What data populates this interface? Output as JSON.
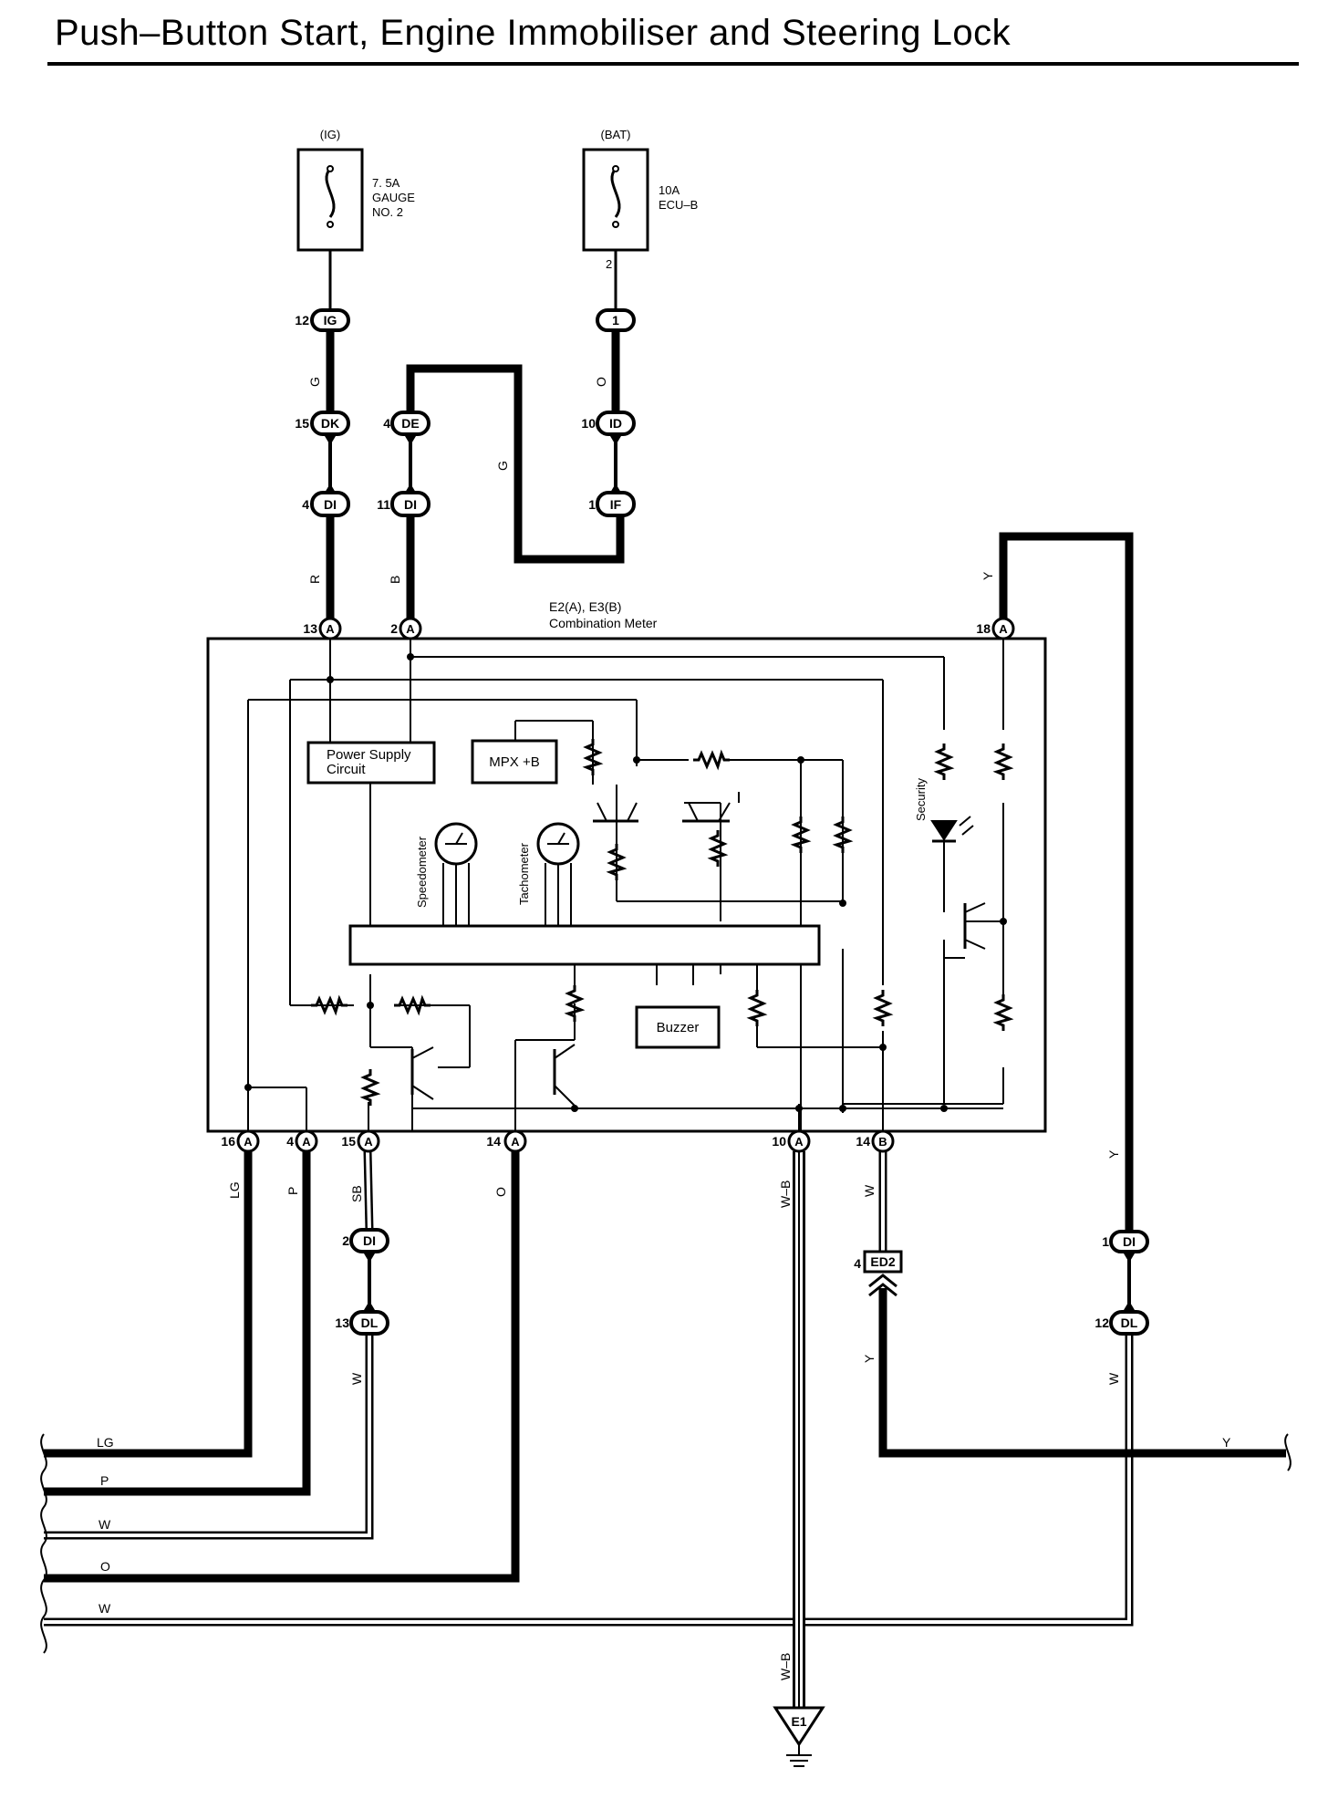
{
  "title": "Push–Button Start, Engine Immobiliser and Steering Lock",
  "fuses": [
    {
      "source": "(IG)",
      "rating": "7. 5A",
      "name_lines": [
        "GAUGE",
        "NO. 2"
      ]
    },
    {
      "source": "(BAT)",
      "rating": "10A",
      "name_lines": [
        "ECU–B"
      ]
    }
  ],
  "meter": {
    "title_line1": "E2(A), E3(B)",
    "title_line2": "Combination Meter"
  },
  "blocks": {
    "power_supply": [
      "Power Supply",
      "Circuit"
    ],
    "mpx": "MPX +B",
    "buzzer": "Buzzer",
    "speedometer": "Speedometer",
    "tachometer": "Tachometer",
    "security": "Security"
  },
  "connectors": {
    "ig12": {
      "code": "IG",
      "pin": "12"
    },
    "dk15": {
      "code": "DK",
      "pin": "15"
    },
    "di4": {
      "code": "DI",
      "pin": "4"
    },
    "fuse2_pin": {
      "pin": "2"
    },
    "c1": {
      "code": "1"
    },
    "de4": {
      "code": "DE",
      "pin": "4"
    },
    "di11": {
      "code": "DI",
      "pin": "11"
    },
    "id10": {
      "code": "ID",
      "pin": "10"
    },
    "if1": {
      "code": "IF",
      "pin": "1"
    },
    "a13": {
      "code": "A",
      "pin": "13"
    },
    "a2": {
      "code": "A",
      "pin": "2"
    },
    "a18": {
      "code": "A",
      "pin": "18"
    },
    "a16": {
      "code": "A",
      "pin": "16"
    },
    "a4": {
      "code": "A",
      "pin": "4"
    },
    "a15": {
      "code": "A",
      "pin": "15"
    },
    "a14": {
      "code": "A",
      "pin": "14"
    },
    "a10": {
      "code": "A",
      "pin": "10"
    },
    "b14": {
      "code": "B",
      "pin": "14"
    },
    "di2": {
      "code": "DI",
      "pin": "2"
    },
    "dl13": {
      "code": "DL",
      "pin": "13"
    },
    "ed2_4": {
      "code": "ED2",
      "pin": "4"
    },
    "di1": {
      "code": "DI",
      "pin": "1"
    },
    "dl12": {
      "code": "DL",
      "pin": "12"
    }
  },
  "wire_colors": {
    "g_ig": "G",
    "r": "R",
    "b": "B",
    "g_loop": "G",
    "o_bat": "O",
    "y_top": "Y",
    "lg": "LG",
    "p": "P",
    "sb": "SB",
    "o_low": "O",
    "wb_upper": "W–B",
    "w_b14": "W",
    "y_right": "Y",
    "w_dl13": "W",
    "y_ed2": "Y",
    "w_dl12": "W",
    "wb_lower": "W–B"
  },
  "harness": {
    "lg": "LG",
    "p": "P",
    "w1": "W",
    "o": "O",
    "w2": "W",
    "y": "Y"
  },
  "ground": "E1"
}
